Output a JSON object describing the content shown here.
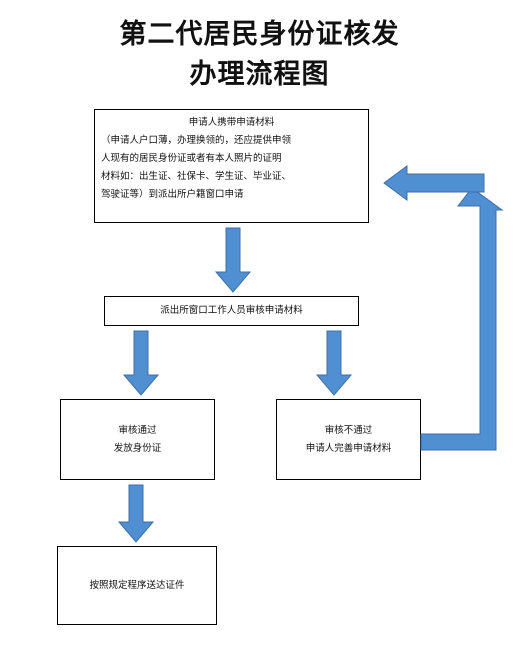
{
  "title": {
    "line1": "第二代居民身份证核发",
    "line2": "办理流程图"
  },
  "nodes": {
    "apply": {
      "lines": [
        "申请人携带申请材料",
        "（申请人户口薄，办理换领的，还应提供申领",
        "人现有的居民身份证或者有本人照片的证明",
        "材料如：出生证、社保卡、学生证、毕业证、",
        "驾驶证等）到派出所户籍窗口申请"
      ]
    },
    "review": "派出所窗口工作人员审核申请材料",
    "pass": {
      "line1": "审核通过",
      "line2": "发放身份证"
    },
    "fail": {
      "line1": "审核不通过",
      "line2": "申请人完善申请材料"
    },
    "deliver": "按照规定程序送达证件"
  },
  "colors": {
    "arrow_fill": "#4f8fd2",
    "arrow_stroke": "#3c6fa8",
    "box_border": "#000000"
  }
}
